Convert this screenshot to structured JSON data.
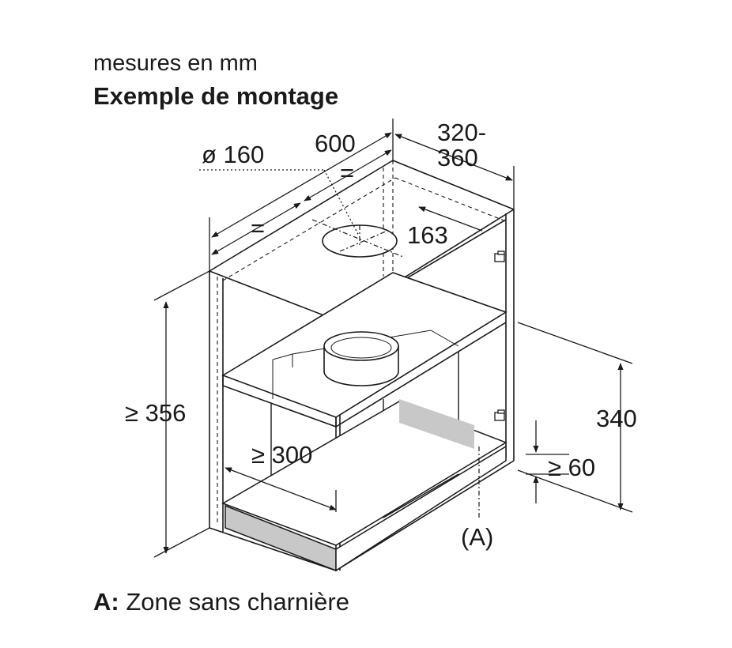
{
  "header": {
    "units": "mesures en mm",
    "title": "Exemple de montage"
  },
  "dimensions": {
    "diameter": "ø 160",
    "width": "600",
    "equal_left": "=",
    "equal_right": "=",
    "depth_line1": "320-",
    "depth_line2": "360",
    "offset": "163",
    "height_min": "≥ 356",
    "depth_min": "≥ 300",
    "hood_height": "340",
    "gap_min": "≥ 60",
    "zone_marker": "(A)"
  },
  "legend": {
    "key": "A:",
    "text": " Zone sans charnière"
  },
  "colors": {
    "line": "#1a1a1a",
    "shelf_shade": "#c8c8c8",
    "background": "#ffffff"
  }
}
